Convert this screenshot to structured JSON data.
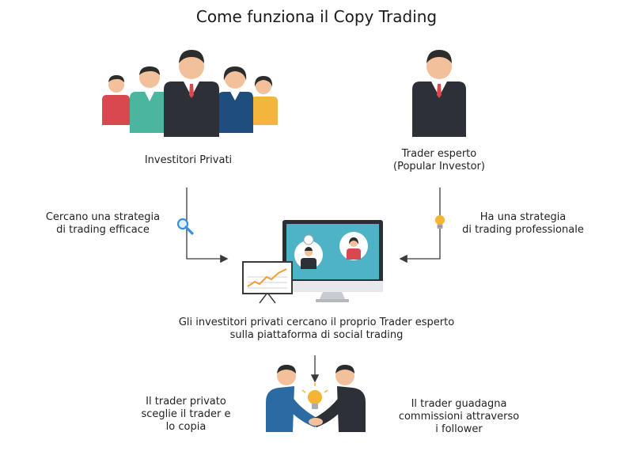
{
  "title": "Come funziona il Copy Trading",
  "nodes": {
    "private_investors": {
      "label": "Investitori Privati"
    },
    "expert_trader": {
      "line1": "Trader esperto",
      "line2": "(Popular Investor)"
    },
    "search_strategy": {
      "line1": "Cercano una strategia",
      "line2": "di trading efficace"
    },
    "pro_strategy": {
      "line1": "Ha una strategia",
      "line2": "di trading professionale"
    },
    "platform": {
      "line1": "Gli investitori privati cercano il proprio Trader esperto",
      "line2": "sulla piattaforma di social trading"
    },
    "private_trader_copies": {
      "line1": "Il trader privato",
      "line2": "sceglie il trader e",
      "line3": "lo copia"
    },
    "trader_earns": {
      "line1": "Il trader guadagna",
      "line2": "commissioni attraverso",
      "line3": "i follower"
    }
  },
  "colors": {
    "red": "#d9474f",
    "teal": "#4cb5a0",
    "dark_suit": "#2e3038",
    "navy": "#1f4e7c",
    "yellow": "#f3b63d",
    "skin": "#f2c09a",
    "hair": "#2c2c2c",
    "screen": "#4fb3c8",
    "arrow": "#3a3a3a",
    "bulb": "#f5b533",
    "magnifier": "#3a8fd9",
    "chart_line": "#f0a030"
  },
  "icons": [
    "magnifier-icon",
    "lightbulb-icon",
    "monitor-icon",
    "chart-board-icon",
    "handshake-icon"
  ]
}
